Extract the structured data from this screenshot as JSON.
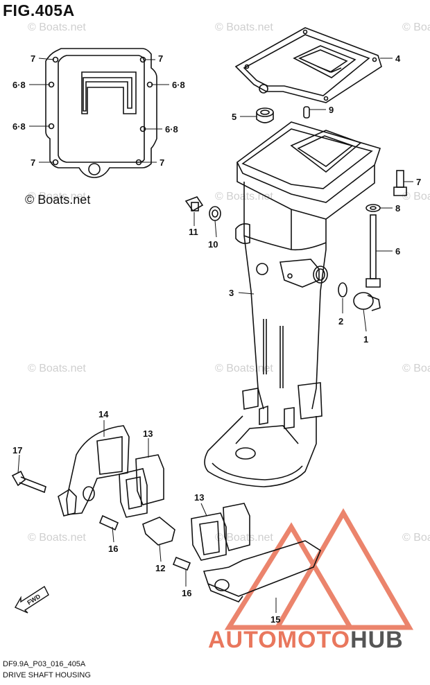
{
  "figure": {
    "title": "FIG.405A",
    "code": "DF9.9A_P03_016_405A",
    "name": "DRIVE SHAFT HOUSING"
  },
  "copyright": "© Boats.net",
  "watermark": "© Boats.net",
  "fwd_label": "FWD",
  "brand": {
    "part1": "AUTOMOTO",
    "part2": "HUB"
  },
  "colors": {
    "line": "#111111",
    "watermark": "#cfcfcf",
    "brand_red": "#e9775d",
    "brand_gray": "#555555"
  },
  "callouts": {
    "c1": "1",
    "c2": "2",
    "c3": "3",
    "c4": "4",
    "c5": "5",
    "c6": "6",
    "c7_gasket_tl": "7",
    "c7_gasket_tr": "7",
    "c7_gasket_bl": "7",
    "c7_gasket_br": "7",
    "c7_bolt": "7",
    "c68_left_a": "6·8",
    "c68_right_a": "6·8",
    "c68_left_b": "6·8",
    "c68_right_b": "6·8",
    "c8": "8",
    "c9": "9",
    "c10": "10",
    "c11": "11",
    "c12": "12",
    "c13_upper": "13",
    "c13_lower": "13",
    "c14": "14",
    "c15": "15",
    "c16_left": "16",
    "c16_right": "16",
    "c17": "17"
  }
}
